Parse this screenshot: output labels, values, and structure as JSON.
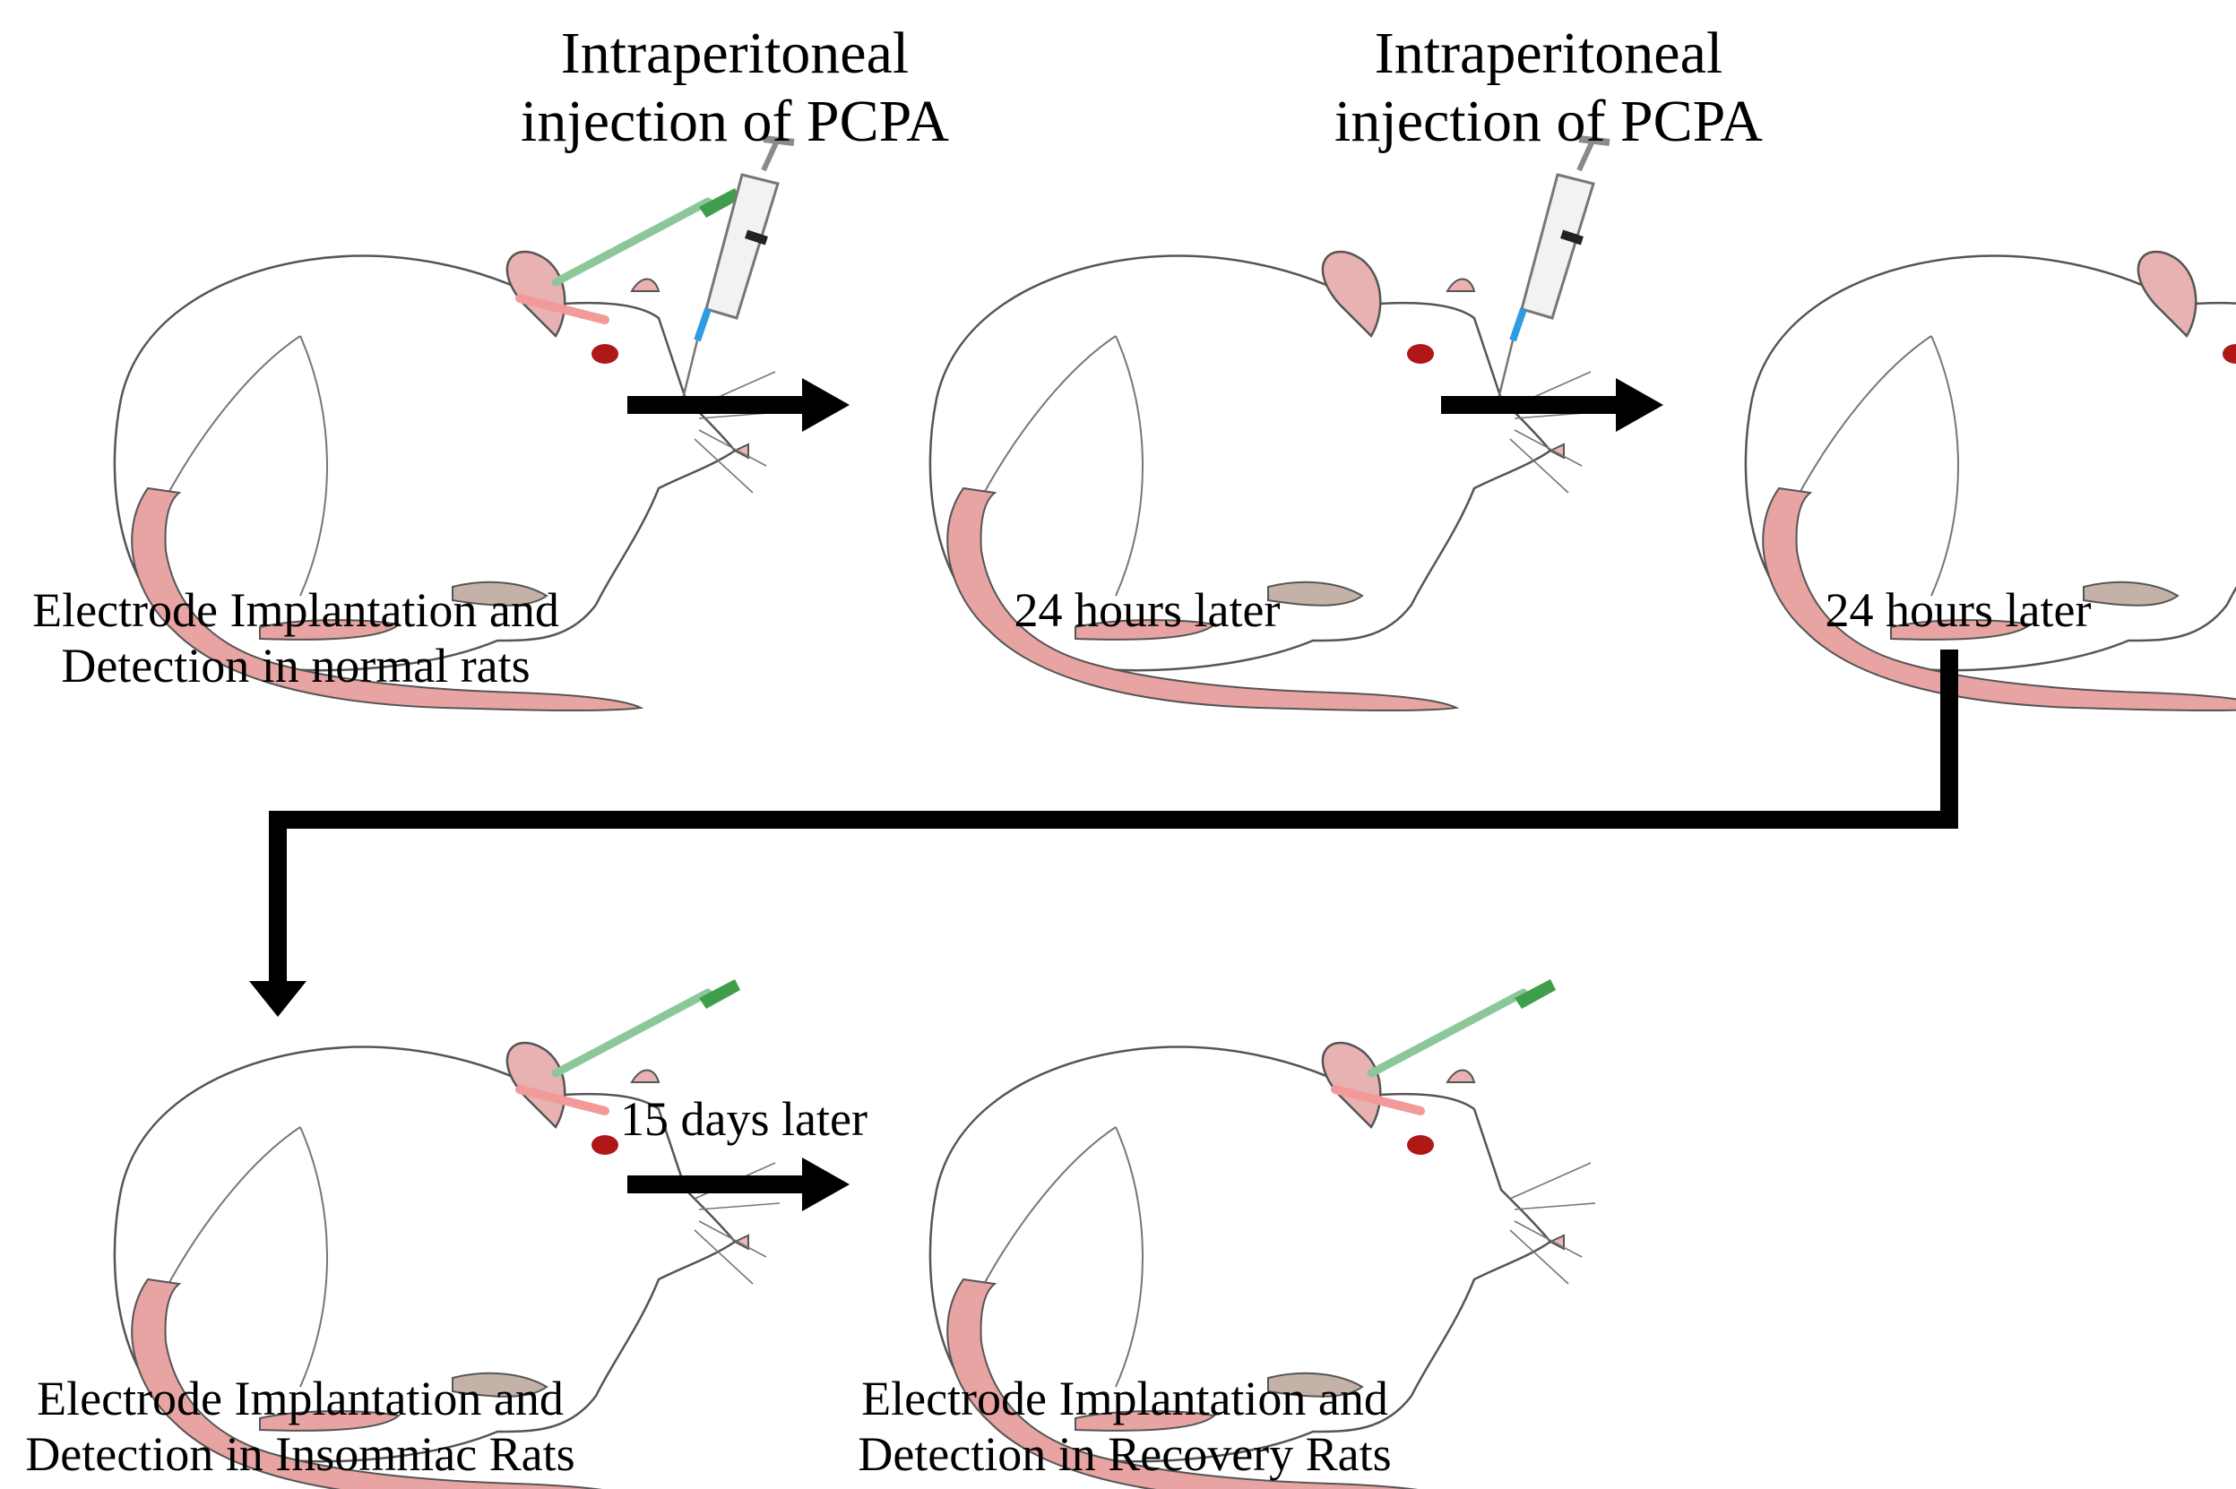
{
  "diagram": {
    "injection_1": {
      "line1": "Intraperitoneal",
      "line2": "injection of PCPA"
    },
    "injection_2": {
      "line1": "Intraperitoneal",
      "line2": "injection of PCPA"
    },
    "rat_1": {
      "line1": "Electrode Implantation and",
      "line2": "Detection in normal rats"
    },
    "rat_2": {
      "line1": "24 hours later"
    },
    "rat_3": {
      "line1": "24 hours later"
    },
    "rat_4": {
      "line1": "Electrode Implantation and",
      "line2": "Detection in Insomniac Rats"
    },
    "rat_5": {
      "line1": "Electrode Implantation and",
      "line2": "Detection in Recovery Rats"
    },
    "recovery_interval": "15 days later"
  },
  "colors": {
    "fur": "#ffffff",
    "outline": "#555555",
    "tail": "#e8a3a3",
    "ear": "#e9b2b2",
    "eye": "#b01818",
    "electrode": "#4aa84f",
    "arrow": "#000000",
    "syringe_tip": "#2f9be0"
  }
}
